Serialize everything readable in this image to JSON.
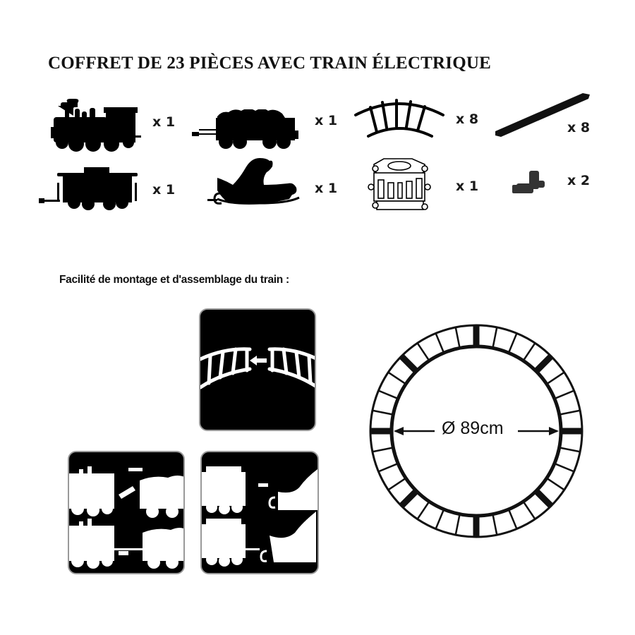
{
  "header": {
    "title": "COFFRET DE 23 PIÈCES AVEC TRAIN ÉLECTRIQUE"
  },
  "pieces": [
    {
      "name": "locomotive",
      "icon": "locomotive-icon",
      "qty": "x 1"
    },
    {
      "name": "coal-tender",
      "icon": "coal-tender-icon",
      "qty": "x 1"
    },
    {
      "name": "curved-track",
      "icon": "curved-track-icon",
      "qty": "x 8"
    },
    {
      "name": "track-rail",
      "icon": "rail-icon",
      "qty": "x 8"
    },
    {
      "name": "caboose",
      "icon": "caboose-icon",
      "qty": "x 1"
    },
    {
      "name": "santa-sleigh",
      "icon": "sleigh-icon",
      "qty": "x 1"
    },
    {
      "name": "battery-box",
      "icon": "battery-box-icon",
      "qty": "x 1"
    },
    {
      "name": "connector",
      "icon": "connector-icon",
      "qty": "x 2"
    }
  ],
  "assembly": {
    "subtitle": "Facilité de montage et d'assemblage du train :",
    "steps": [
      {
        "name": "connect-tracks",
        "icon": "track-connect-icon"
      },
      {
        "name": "connect-locomotive-tender",
        "icon": "locomotive-tender-connect-icon"
      },
      {
        "name": "connect-caboose-sleigh",
        "icon": "caboose-sleigh-connect-icon"
      }
    ]
  },
  "track_circle": {
    "diameter_label": "Ø 89cm",
    "sections": 8,
    "ties": 32
  }
}
